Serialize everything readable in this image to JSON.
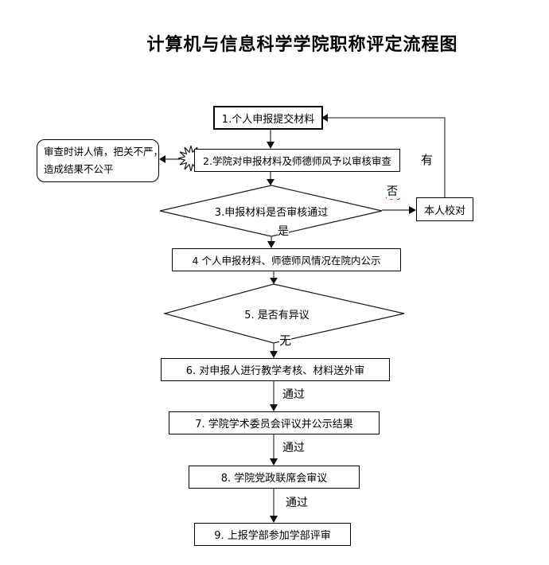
{
  "title": "计算机与信息科学学院职称评定流程图",
  "nodes": {
    "box1": "1.个人申报提交材料",
    "box2": "2.学院对申报材料及师德师风予以审核审查",
    "decision3": "3.申报材料是否审核通过",
    "proofread": "本人校对",
    "box4": "4 个人申报材料、师德师风情况在院内公示",
    "decision5": "5. 是否有异议",
    "box6": "6. 对申报人进行教学考核、材料送外审",
    "box7": "7. 学院学术委员会评议并公示结果",
    "box8": "8. 学院党政联席会审议",
    "box9": "9. 上报学部参加学部评审"
  },
  "callout": {
    "line1": "审查时讲人情，把关不严，",
    "line2": "造成结果不公平"
  },
  "edge_labels": {
    "yes": "是",
    "no": "否",
    "have": "有",
    "none": "无",
    "pass": "通过"
  },
  "icons": {
    "starburst": "starburst-explosion-icon"
  },
  "colors": {
    "box_border": "#000000",
    "connector": "#4d4d4d",
    "loop_connector": "#7a7a7a",
    "arrowhead": "#111111",
    "spellcheck_wave": "#ff0000",
    "background": "#ffffff"
  }
}
